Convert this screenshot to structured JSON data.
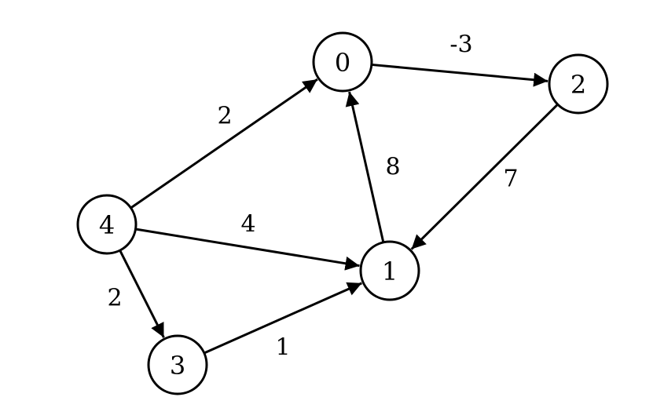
{
  "graph": {
    "nodes": [
      {
        "id": "0",
        "label": "0"
      },
      {
        "id": "1",
        "label": "1"
      },
      {
        "id": "2",
        "label": "2"
      },
      {
        "id": "3",
        "label": "3"
      },
      {
        "id": "4",
        "label": "4"
      }
    ],
    "edges": [
      {
        "from": "0",
        "to": "2",
        "weight": "-3"
      },
      {
        "from": "4",
        "to": "0",
        "weight": "2"
      },
      {
        "from": "1",
        "to": "0",
        "weight": "8"
      },
      {
        "from": "2",
        "to": "1",
        "weight": "7"
      },
      {
        "from": "4",
        "to": "1",
        "weight": "4"
      },
      {
        "from": "4",
        "to": "3",
        "weight": "2"
      },
      {
        "from": "3",
        "to": "1",
        "weight": "1"
      }
    ],
    "colors": {
      "stroke": "#000000",
      "fill": "#ffffff"
    }
  }
}
